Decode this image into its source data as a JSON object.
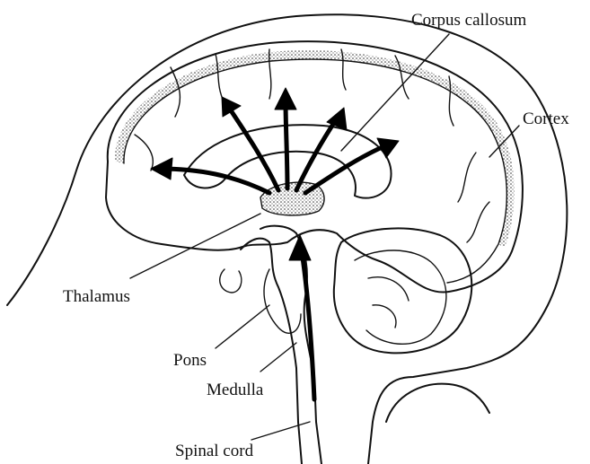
{
  "labels": {
    "corpus_callosum": "Corpus callosum",
    "cortex": "Cortex",
    "thalamus": "Thalamus",
    "pons": "Pons",
    "medulla": "Medulla",
    "spinal_cord": "Spinal cord"
  },
  "colors": {
    "ink": "#111111",
    "background": "#ffffff"
  }
}
